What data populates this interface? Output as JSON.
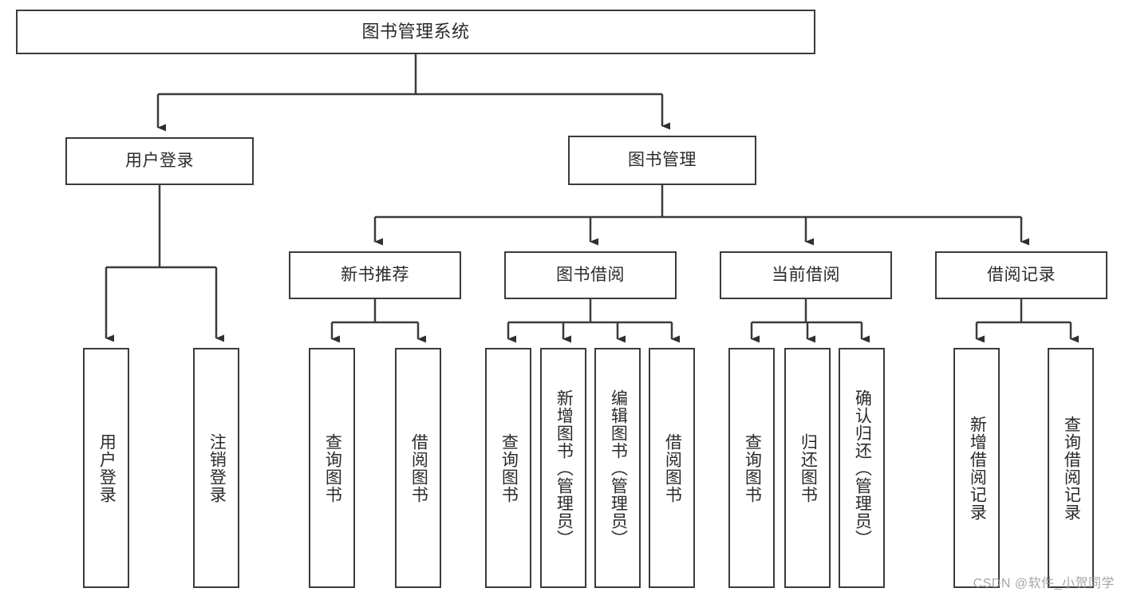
{
  "diagram": {
    "title": "图书管理系统",
    "type": "tree-hierarchy",
    "root": {
      "label": "图书管理系统"
    },
    "level1": [
      {
        "label": "用户登录"
      },
      {
        "label": "图书管理"
      }
    ],
    "level2": [
      {
        "label": "新书推荐"
      },
      {
        "label": "图书借阅"
      },
      {
        "label": "当前借阅"
      },
      {
        "label": "借阅记录"
      }
    ],
    "leaves": {
      "user_login": [
        {
          "label": "用户登录"
        },
        {
          "label": "注销登录"
        }
      ],
      "new_book_recommend": [
        {
          "label": "查询图书"
        },
        {
          "label": "借阅图书"
        }
      ],
      "book_borrow": [
        {
          "label": "查询图书"
        },
        {
          "label": "新增图书（管理员）"
        },
        {
          "label": "编辑图书（管理员）"
        },
        {
          "label": "借阅图书"
        }
      ],
      "current_borrow": [
        {
          "label": "查询图书"
        },
        {
          "label": "归还图书"
        },
        {
          "label": "确认归还（管理员）"
        }
      ],
      "borrow_record": [
        {
          "label": "新增借阅记录"
        },
        {
          "label": "查询借阅记录"
        }
      ]
    }
  },
  "watermark": {
    "text": "CSDN @软件_小贺同学"
  },
  "colors": {
    "stroke": "#3b3b3b",
    "text": "#2b2b2b",
    "background": "#ffffff",
    "watermark": "#9a9a9a"
  }
}
